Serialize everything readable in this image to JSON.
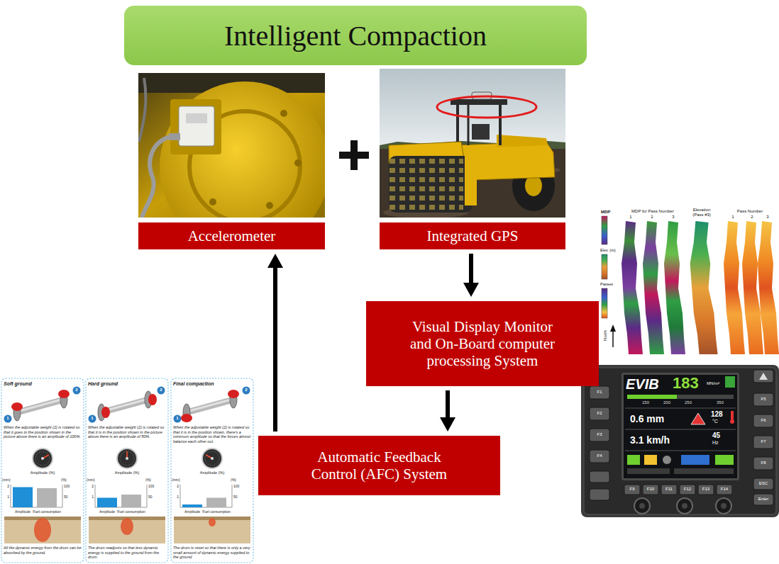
{
  "diagram": {
    "title": "Intelligent Compaction",
    "nodes": [
      {
        "text": [
          "Accelerometer"
        ]
      },
      {
        "text": [
          "Integrated GPS"
        ]
      },
      {
        "text": [
          "Visual Display Monitor and On-Board computer processing System"
        ]
      },
      {
        "text": [
          "Automatic Feedback Control (AFC) System"
        ]
      }
    ],
    "edges": [
      {
        "from": 1,
        "to": 2,
        "arrow": "to"
      },
      {
        "from": 2,
        "to": 3,
        "arrow": "to"
      },
      {
        "from": 3,
        "to": 0,
        "arrow": "to"
      }
    ],
    "labels": [
      "Soft ground",
      "When the adjustable weight (2) is rotated so that it goes to the position shown in the picture above there is an amplitude of 100%.",
      "2",
      "1",
      "Amplitude (%)",
      "(mm)",
      "(%)",
      "2",
      "1",
      "100",
      "50",
      "Amplitude",
      "Fuel consumption",
      "All the dynamic energy from the drum can be absorbed by the ground.",
      "Hard ground",
      "When the adjustable weight (2) is rotated so that it is in the position shown in the picture above there is an amplitude of 50%.",
      "2",
      "1",
      "Amplitude (%)",
      "(mm)",
      "(%)",
      "2",
      "1",
      "100",
      "50",
      "Amplitude",
      "Fuel consumption",
      "The drum readjusts so that less dynamic energy is supplied to the ground from the drum.",
      "Final compaction",
      "When the adjustable weight (2) is rotated so that it is in the position shown, there's a minimum amplitude so that the forces almost balance each other out.",
      "2",
      "1",
      "Amplitude (%)",
      "(mm)",
      "(%)",
      "2",
      "1",
      "100",
      "50",
      "Amplitude",
      "Fuel consumption",
      "The drum is reset so that there is only a very small amount of dynamic energy supplied to the ground",
      "MDP",
      "MDP for Pass Number",
      "1",
      "2",
      "3",
      "Elevation (Pass #3)",
      "Pass Number",
      "1",
      "2",
      "3",
      "Elev. (m)",
      "Passes",
      "North",
      "EVIB",
      "183",
      "MN/m²",
      "150",
      "200",
      "250",
      "350",
      "0.6 mm",
      "128",
      "°C",
      "3.1 km/h",
      "45",
      "Hz",
      "F1",
      "F2",
      "F3",
      "F4",
      "F5",
      "F6",
      "F7",
      "F8",
      "F9",
      "F10",
      "F11",
      "F12",
      "F13",
      "F14",
      "ESC",
      "Enter"
    ]
  }
}
